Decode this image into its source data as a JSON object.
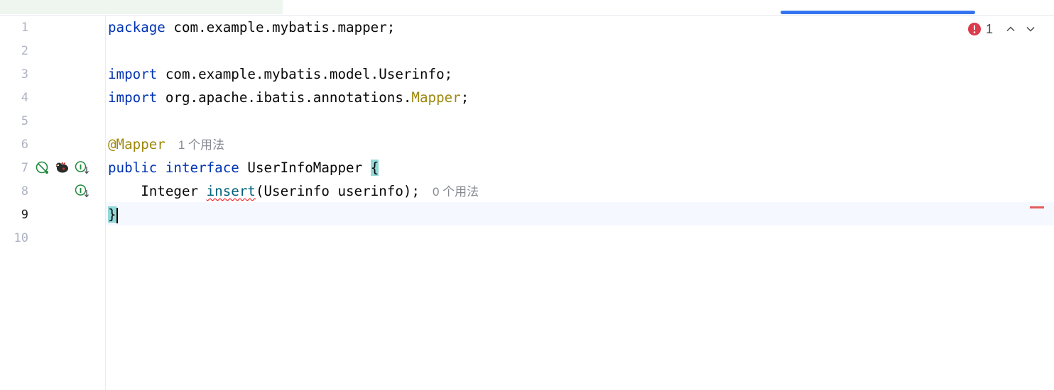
{
  "editor": {
    "lines": [
      {
        "num": "1",
        "parts": [
          {
            "t": "package",
            "c": "kw"
          },
          {
            "t": " com.example.mybatis.mapper;",
            "c": "plain"
          }
        ]
      },
      {
        "num": "2",
        "parts": []
      },
      {
        "num": "3",
        "parts": [
          {
            "t": "import",
            "c": "kw"
          },
          {
            "t": " com.example.mybatis.model.Userinfo;",
            "c": "plain"
          }
        ]
      },
      {
        "num": "4",
        "parts": [
          {
            "t": "import",
            "c": "kw"
          },
          {
            "t": " org.apache.ibatis.annotations.",
            "c": "plain"
          },
          {
            "t": "Mapper",
            "c": "ann"
          },
          {
            "t": ";",
            "c": "plain"
          }
        ]
      },
      {
        "num": "5",
        "parts": []
      },
      {
        "num": "6",
        "parts": [
          {
            "t": "@Mapper",
            "c": "ann"
          }
        ],
        "hint": "1 个用法"
      },
      {
        "num": "7",
        "parts": [
          {
            "t": "public",
            "c": "kw"
          },
          {
            "t": " ",
            "c": "plain"
          },
          {
            "t": "interface",
            "c": "kw"
          },
          {
            "t": " UserInfoMapper ",
            "c": "plain"
          },
          {
            "t": "{",
            "c": "brace-match"
          }
        ]
      },
      {
        "num": "8",
        "parts": [
          {
            "t": "    Integer ",
            "c": "plain"
          },
          {
            "t": "insert",
            "c": "method"
          },
          {
            "t": "(Userinfo userinfo);",
            "c": "plain"
          }
        ],
        "hint": "0 个用法"
      },
      {
        "num": "9",
        "parts": [
          {
            "t": "}",
            "c": "brace-match"
          }
        ],
        "caret": true
      },
      {
        "num": "10",
        "parts": []
      }
    ],
    "current_line": "9"
  },
  "inspection": {
    "error_count": "1"
  },
  "icons": {
    "gutter_no_run": "no-run-icon",
    "gutter_mybatis": "mybatis-bird-icon",
    "gutter_implemented": "implemented-down-icon",
    "error": "error-circle-icon"
  },
  "colors": {
    "keyword": "#0033b3",
    "annotation": "#9e880d",
    "error": "#db3b4b",
    "accent": "#3574f0",
    "current_line": "#f5f8fe",
    "brace_match": "#93d9d9"
  }
}
